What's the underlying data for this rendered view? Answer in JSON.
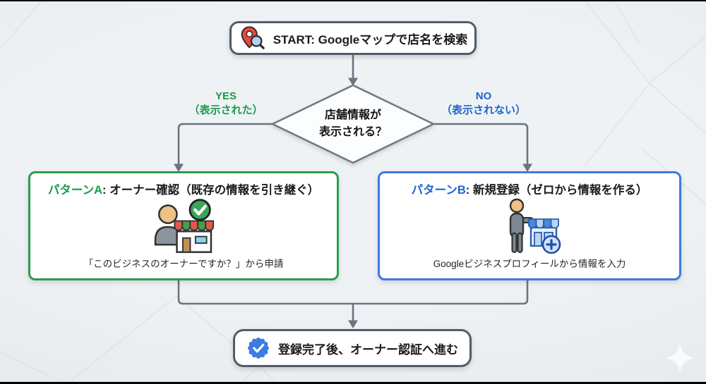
{
  "colors": {
    "green_accent": "#199a49",
    "blue_accent": "#1c64cf",
    "green_border": "#2b9b51",
    "blue_border": "#3d79e0",
    "node_border": "#525c68",
    "connector_gray": "#6b7580",
    "background": "#e9edf0"
  },
  "start_node": {
    "icon": "map-pin-search-icon",
    "label": "START: Googleマップで店名を検索"
  },
  "decision_node": {
    "line1": "店舗情報が",
    "line2": "表示される？"
  },
  "branches": {
    "yes": {
      "label": "YES",
      "sublabel": "（表示された）"
    },
    "no": {
      "label": "NO",
      "sublabel": "（表示されない）"
    }
  },
  "pattern_a": {
    "badge": "パターンA",
    "title_rest": ": オーナー確認（既存の情報を引き継ぐ）",
    "icon": "owner-store-check-icon",
    "caption": "「このビジネスのオーナーですか？」から申請"
  },
  "pattern_b": {
    "badge": "パターンB",
    "title_rest": ": 新規登録（ゼロから情報を作る）",
    "icon": "store-add-icon",
    "caption": "Googleビジネスプロフィールから情報を入力"
  },
  "end_node": {
    "icon": "verified-badge-icon",
    "label": "登録完了後、オーナー認証へ進む"
  }
}
